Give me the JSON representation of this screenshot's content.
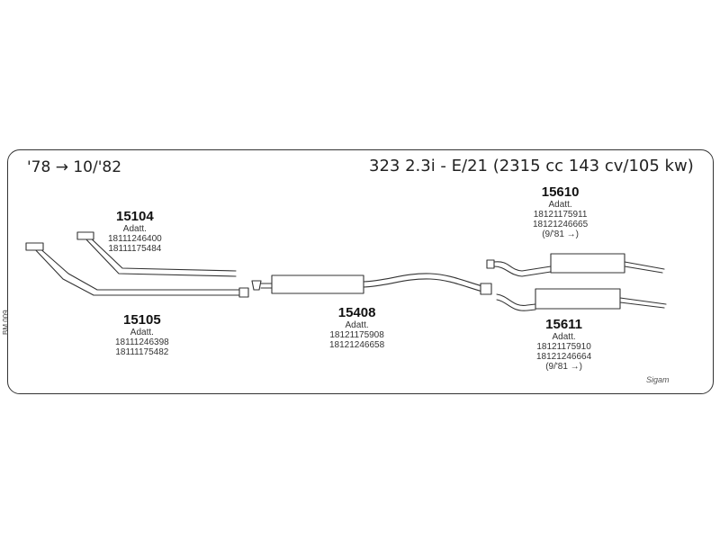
{
  "header": {
    "year_range": "'78 → 10/'82",
    "model": "323 2.3i - E/21 (2315 cc 143 cv/105 kw)"
  },
  "side_code": "BM 009",
  "brand": "Sigam",
  "parts": [
    {
      "number": "15104",
      "lines": [
        "Adatt.",
        "18111246400",
        "18111175484"
      ]
    },
    {
      "number": "15105",
      "lines": [
        "Adatt.",
        "18111246398",
        "18111175482"
      ]
    },
    {
      "number": "15408",
      "lines": [
        "Adatt.",
        "18121175908",
        "18121246658"
      ]
    },
    {
      "number": "15610",
      "lines": [
        "Adatt.",
        "18121175911",
        "18121246665",
        "(9/'81 →)"
      ]
    },
    {
      "number": "15611",
      "lines": [
        "Adatt.",
        "18121175910",
        "18121246664",
        "(9/'81 →)"
      ]
    }
  ]
}
